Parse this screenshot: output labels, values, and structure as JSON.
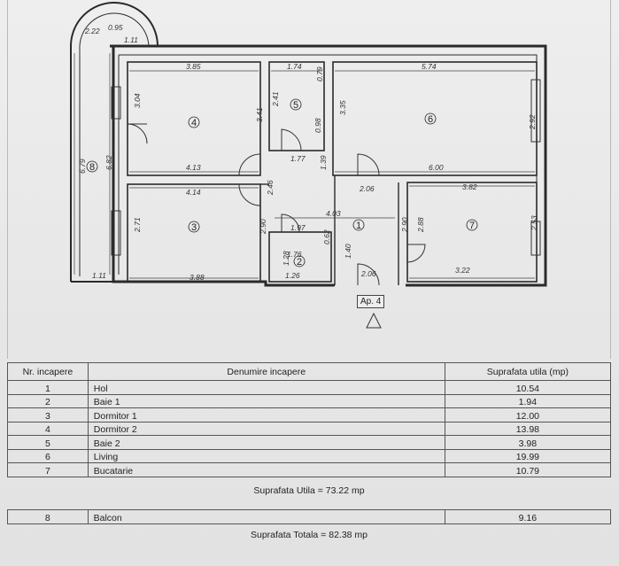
{
  "plan": {
    "apartment_label": "Ap. 4",
    "north_icon": "triangle-north-arrow",
    "room_numbers": [
      "1",
      "2",
      "3",
      "4",
      "5",
      "6",
      "7",
      "8"
    ],
    "dimensions": {
      "balcony_top_1": "2.22",
      "balcony_top_2": "1.11",
      "balcony_top_3": "0.95",
      "balcony_len": "6.79",
      "balcony_inner": "6.82",
      "balcony_bottom": "1.11",
      "r4_w": "3.85",
      "r4_h": "3.04",
      "r4_h2": "3.41",
      "r4_bottom": "4.13",
      "r5_w": "1.74",
      "r5_h": "2.41",
      "r5_r1": "0.79",
      "r5_r2": "0.98",
      "r6_w": "5.74",
      "r6_h": "3.35",
      "r6_hr": "2.92",
      "r6_bottom": "6.00",
      "hall_177": "1.77",
      "hall_139": "1.39",
      "hall_206a": "2.06",
      "hall_246": "2.46",
      "hall_403": "4.03",
      "hall_290": "2.90",
      "hall_140": "1.40",
      "hall_206b": "2.06",
      "r3_top": "4.14",
      "r3_h": "2.71",
      "r3_bottom": "3.88",
      "r3_h2": "2.90",
      "r2_197": "1.97",
      "r2_176": "1.76",
      "r2_128": "1.28",
      "r2_062": "0.62",
      "r2_126": "1.26",
      "r7_top": "3.82",
      "r7_h": "2.88",
      "r7_hr": "2.53",
      "r7_bottom": "3.22"
    }
  },
  "table": {
    "headers": [
      "Nr. incapere",
      "Denumire incapere",
      "Suprafata utila (mp)"
    ],
    "rows": [
      {
        "nr": "1",
        "name": "Hol",
        "area": "10.54"
      },
      {
        "nr": "2",
        "name": "Baie 1",
        "area": "1.94"
      },
      {
        "nr": "3",
        "name": "Dormitor 1",
        "area": "12.00"
      },
      {
        "nr": "4",
        "name": "Dormitor 2",
        "area": "13.98"
      },
      {
        "nr": "5",
        "name": "Baie 2",
        "area": "3.98"
      },
      {
        "nr": "6",
        "name": "Living",
        "area": "19.99"
      },
      {
        "nr": "7",
        "name": "Bucatarie",
        "area": "10.79"
      }
    ],
    "subtotal": "Suprafata Utila = 73.22 mp",
    "balcony_row": {
      "nr": "8",
      "name": "Balcon",
      "area": "9.16"
    },
    "total": "Suprafata Totala = 82.38 mp"
  }
}
